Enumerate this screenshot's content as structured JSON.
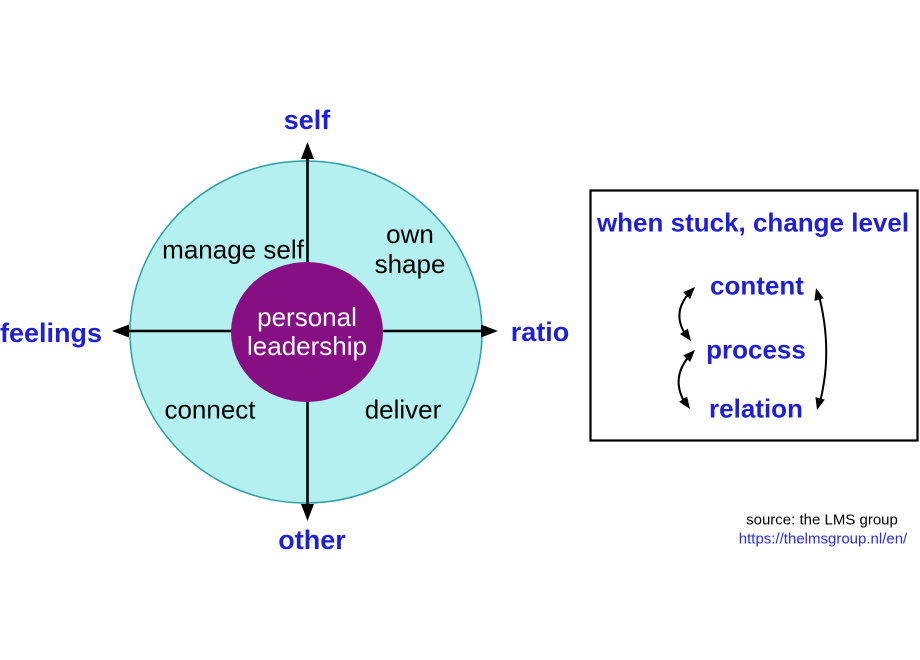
{
  "colors": {
    "label_blue": "#1f1fd6",
    "link_blue": "#2b2bee",
    "circle_fill": "#b3f0ef",
    "circle_stroke": "#2f9fa3",
    "inner_circle": "#870f84",
    "line_black": "#000000"
  },
  "diagram": {
    "axis_labels": {
      "top": "self",
      "bottom": "other",
      "left": "feelings",
      "right": "ratio"
    },
    "center": {
      "line1": "personal",
      "line2": "leadership"
    },
    "quadrants": {
      "top_left": "manage self",
      "top_right": [
        "own",
        "shape"
      ],
      "bottom_left": "connect",
      "bottom_right": "deliver"
    }
  },
  "panel": {
    "title": "when stuck, change level",
    "levels": [
      "content",
      "process",
      "relation"
    ]
  },
  "source": {
    "line1": "source: the LMS group",
    "line2": "https://thelmsgroup.nl/en/"
  }
}
